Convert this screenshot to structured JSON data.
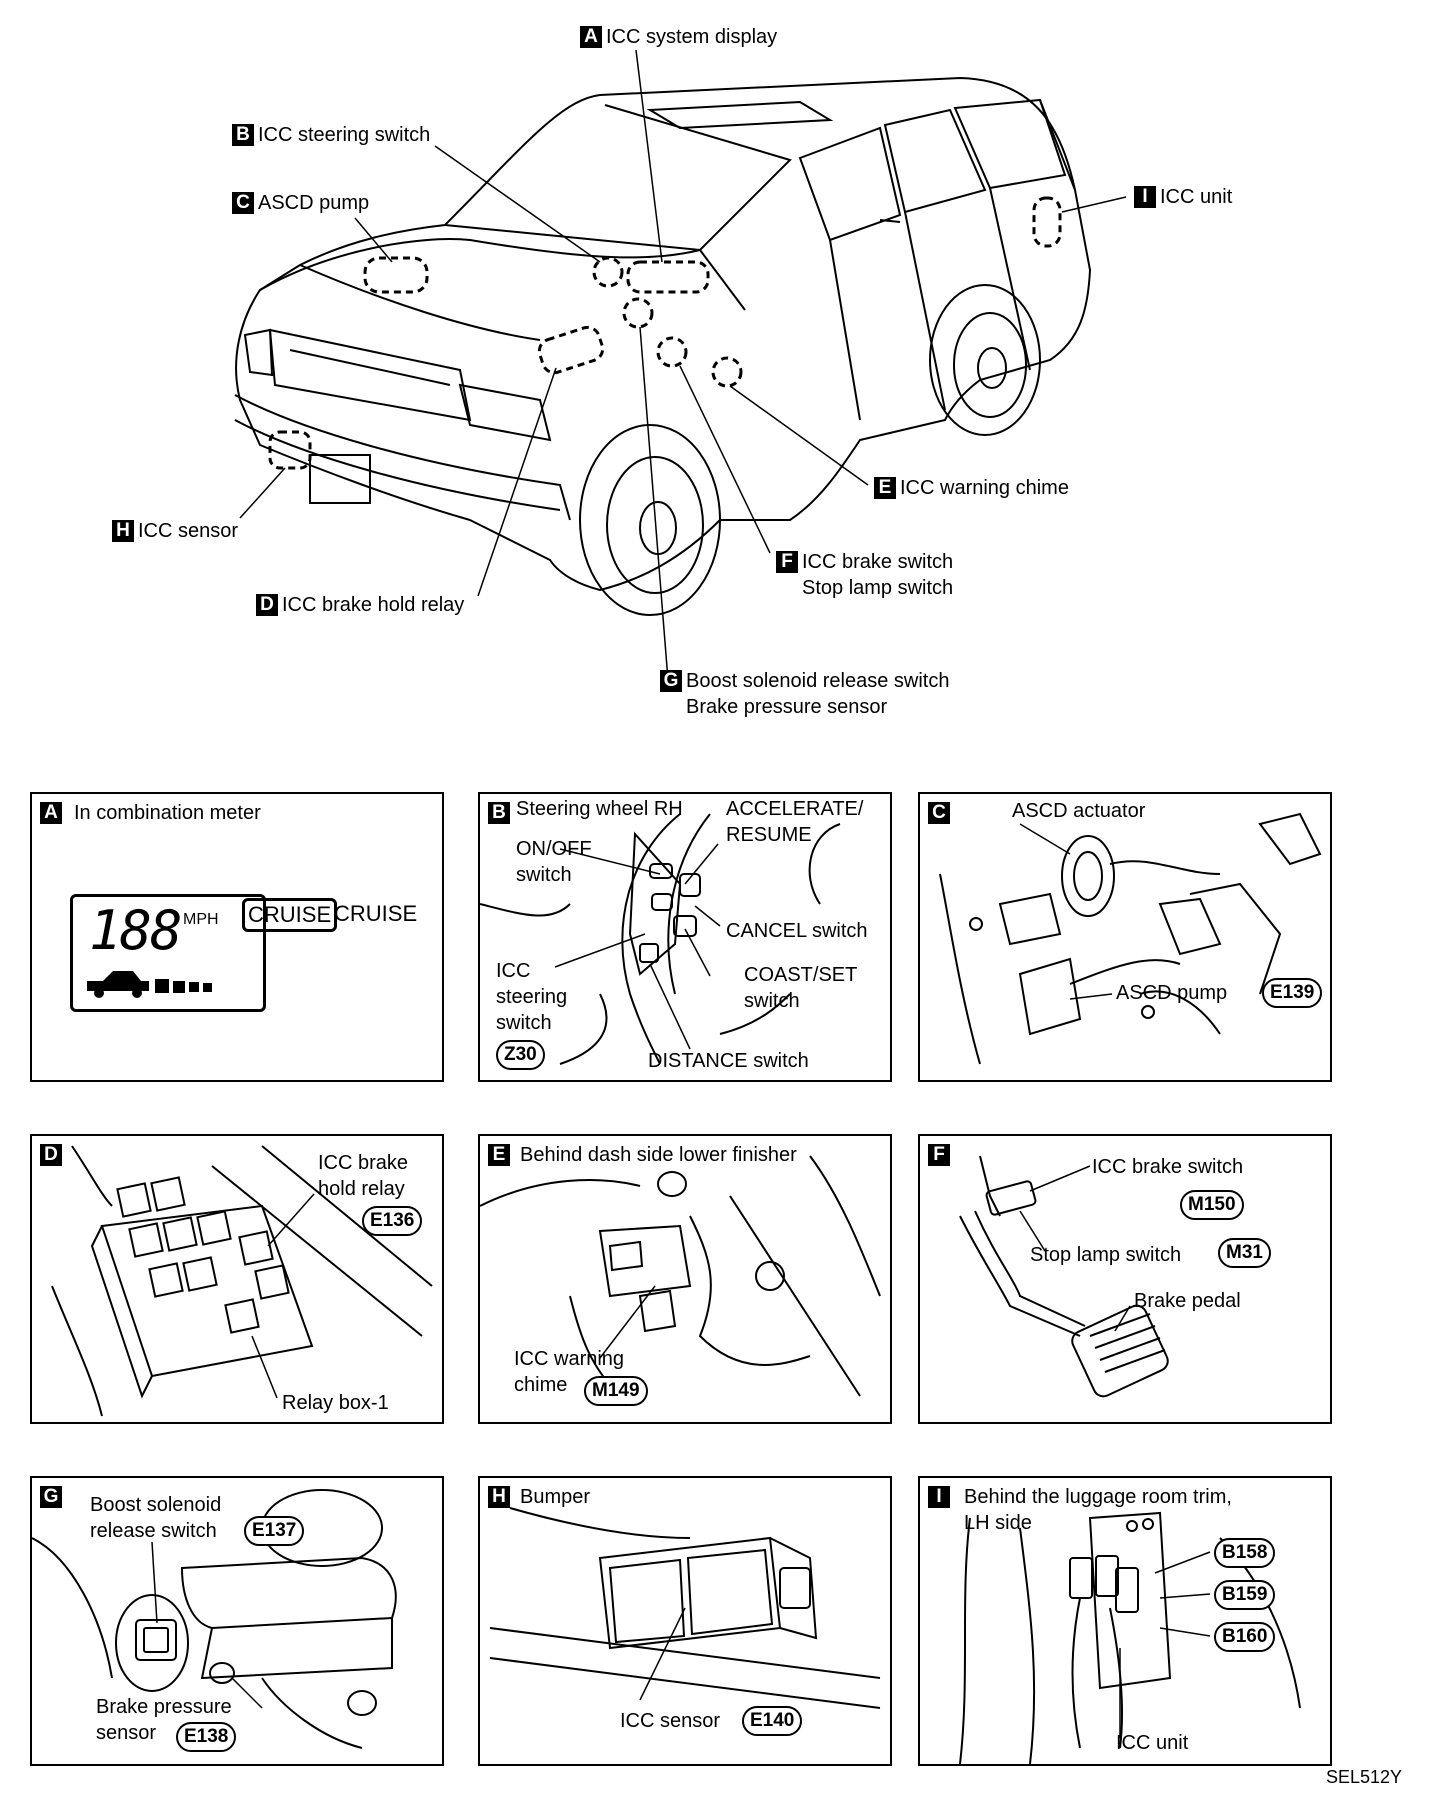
{
  "overview": {
    "callouts": [
      {
        "id": "a",
        "letter": "A",
        "lines": [
          "ICC system display"
        ]
      },
      {
        "id": "b",
        "letter": "B",
        "lines": [
          "ICC steering switch"
        ]
      },
      {
        "id": "c",
        "letter": "C",
        "lines": [
          "ASCD pump"
        ]
      },
      {
        "id": "i",
        "letter": "I",
        "lines": [
          "ICC unit"
        ]
      },
      {
        "id": "e",
        "letter": "E",
        "lines": [
          "ICC warning chime"
        ]
      },
      {
        "id": "h",
        "letter": "H",
        "lines": [
          "ICC sensor"
        ]
      },
      {
        "id": "f",
        "letter": "F",
        "lines": [
          "ICC brake switch",
          "Stop lamp switch"
        ]
      },
      {
        "id": "d",
        "letter": "D",
        "lines": [
          "ICC brake hold relay"
        ]
      },
      {
        "id": "g",
        "letter": "G",
        "lines": [
          "Boost solenoid release switch",
          "Brake pressure sensor"
        ]
      }
    ]
  },
  "panels": {
    "a": {
      "letter": "A",
      "title": "In combination meter",
      "lcd_digits": "188",
      "lcd_unit": "MPH",
      "cruise_box": "CRUISE",
      "cruise_text": "CRUISE"
    },
    "b": {
      "letter": "B",
      "title": "Steering wheel RH",
      "accel_1": "ACCELERATE/",
      "accel_2": "RESUME",
      "onoff_1": "ON/OFF",
      "onoff_2": "switch",
      "cancel": "CANCEL switch",
      "coast_1": "COAST/SET",
      "coast_2": "switch",
      "icc_1": "ICC",
      "icc_2": "steering",
      "icc_3": "switch",
      "connector": "Z30",
      "distance": "DISTANCE switch"
    },
    "c": {
      "letter": "C",
      "actuator": "ASCD actuator",
      "pump": "ASCD pump",
      "connector": "E139"
    },
    "d": {
      "letter": "D",
      "relay_1": "ICC brake",
      "relay_2": "hold relay",
      "connector": "E136",
      "relay_box": "Relay box-1"
    },
    "e": {
      "letter": "E",
      "title": "Behind dash side lower finisher",
      "chime_1": "ICC warning",
      "chime_2": "chime",
      "connector": "M149"
    },
    "f": {
      "letter": "F",
      "brake_switch": "ICC brake switch",
      "connector_1": "M150",
      "stop_lamp": "Stop lamp switch",
      "connector_2": "M31",
      "pedal": "Brake pedal"
    },
    "g": {
      "letter": "G",
      "boost_1": "Boost solenoid",
      "boost_2": "release switch",
      "connector_1": "E137",
      "pressure_1": "Brake pressure",
      "pressure_2": "sensor",
      "connector_2": "E138"
    },
    "h": {
      "letter": "H",
      "title": "Bumper",
      "sensor": "ICC sensor",
      "connector": "E140"
    },
    "i": {
      "letter": "I",
      "title_1": "Behind the luggage room trim,",
      "title_2": "LH side",
      "connector_1": "B158",
      "connector_2": "B159",
      "connector_3": "B160",
      "unit": "ICC unit"
    }
  },
  "figure_code": "SEL512Y"
}
